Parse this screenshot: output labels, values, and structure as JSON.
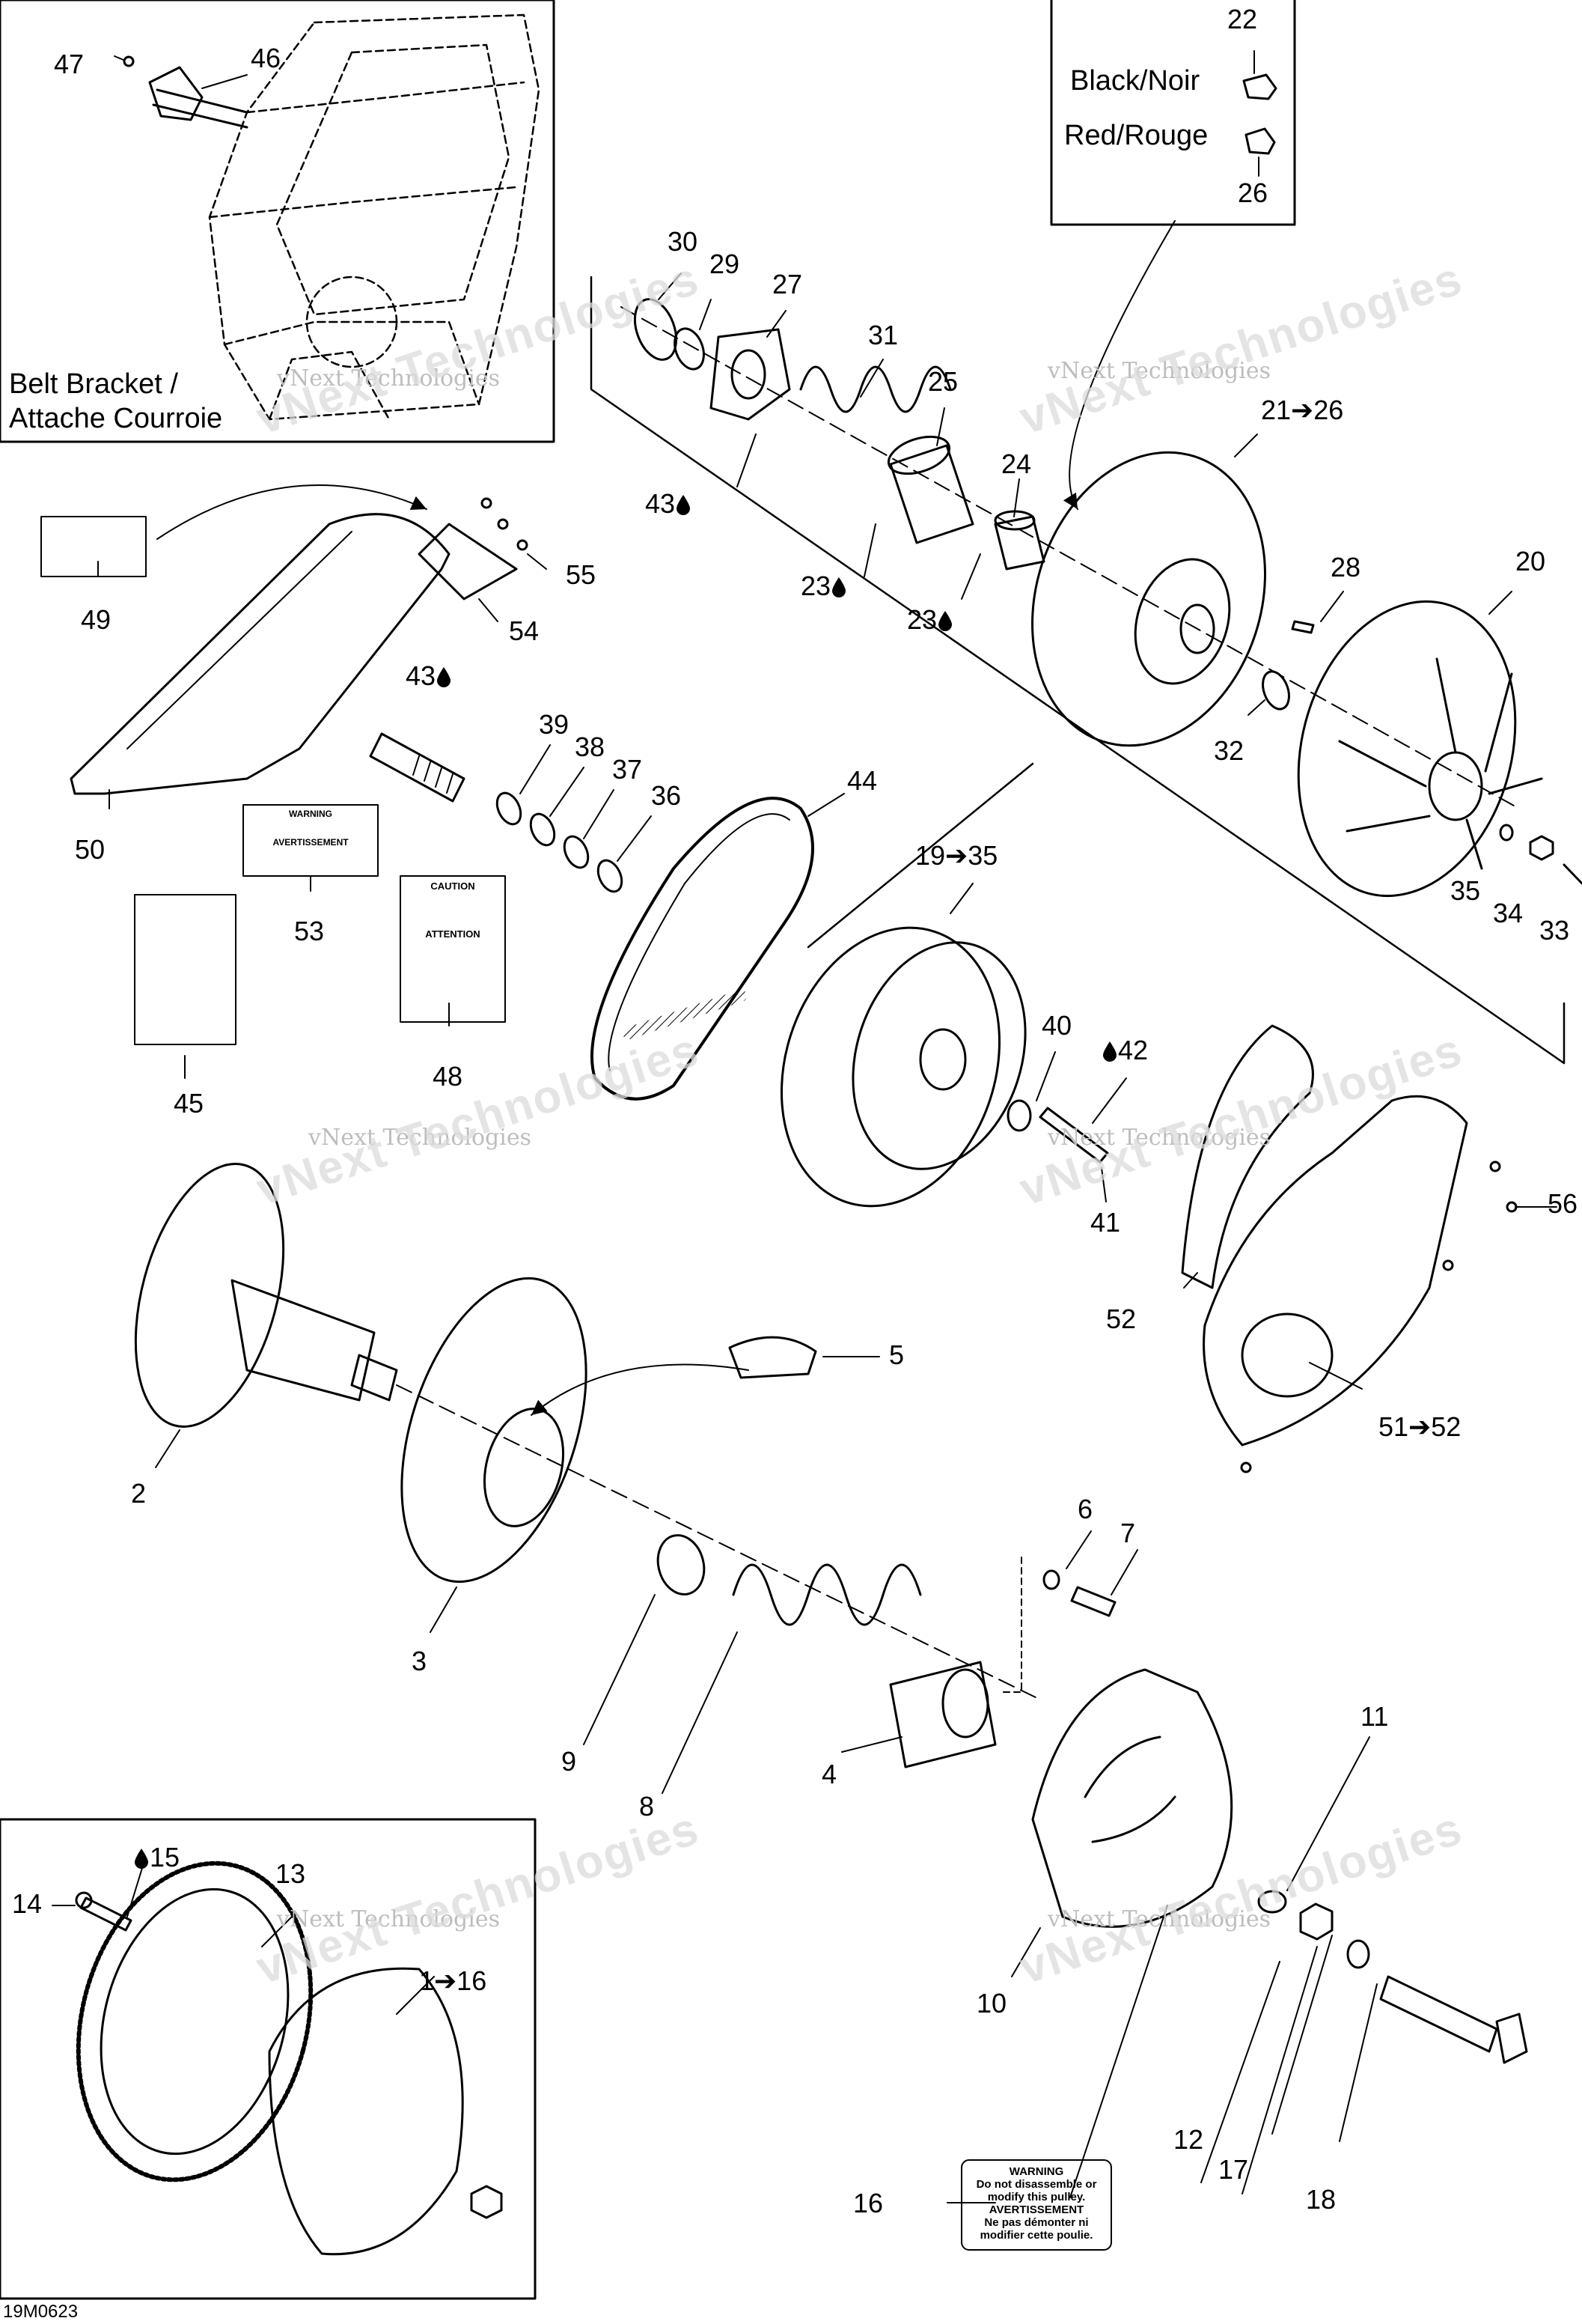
{
  "figure_code": "19M0623",
  "watermark": "vNext Technologies",
  "captions": {
    "belt_bracket_line1": "Belt Bracket /",
    "belt_bracket_line2": "Attache Courroie",
    "black": "Black/Noir",
    "red": "Red/Rouge"
  },
  "callouts": [
    {
      "id": "c47",
      "text": "47"
    },
    {
      "id": "c46",
      "text": "46"
    },
    {
      "id": "c22",
      "text": "22"
    },
    {
      "id": "c26",
      "text": "26"
    },
    {
      "id": "c30",
      "text": "30"
    },
    {
      "id": "c29",
      "text": "29"
    },
    {
      "id": "c27",
      "text": "27"
    },
    {
      "id": "c31",
      "text": "31"
    },
    {
      "id": "c25",
      "text": "25"
    },
    {
      "id": "c21",
      "text": "21➔26"
    },
    {
      "id": "c43a",
      "text": "43",
      "drop": true
    },
    {
      "id": "c24",
      "text": "24"
    },
    {
      "id": "c23a",
      "text": "23",
      "drop": true
    },
    {
      "id": "c23b",
      "text": "23",
      "drop": true
    },
    {
      "id": "c28",
      "text": "28"
    },
    {
      "id": "c20",
      "text": "20"
    },
    {
      "id": "c32",
      "text": "32"
    },
    {
      "id": "c35a",
      "text": "35"
    },
    {
      "id": "c34",
      "text": "34"
    },
    {
      "id": "c33",
      "text": "33"
    },
    {
      "id": "c49",
      "text": "49"
    },
    {
      "id": "c55",
      "text": "55"
    },
    {
      "id": "c54",
      "text": "54"
    },
    {
      "id": "c43b",
      "text": "43",
      "drop": true
    },
    {
      "id": "c39",
      "text": "39"
    },
    {
      "id": "c38",
      "text": "38"
    },
    {
      "id": "c37",
      "text": "37"
    },
    {
      "id": "c36",
      "text": "36"
    },
    {
      "id": "c44",
      "text": "44"
    },
    {
      "id": "c19",
      "text": "19➔35"
    },
    {
      "id": "c50",
      "text": "50"
    },
    {
      "id": "c53",
      "text": "53"
    },
    {
      "id": "c48",
      "text": "48"
    },
    {
      "id": "c45",
      "text": "45"
    },
    {
      "id": "c40",
      "text": "40"
    },
    {
      "id": "c42",
      "text": "42",
      "drop": true,
      "drop_first": true
    },
    {
      "id": "c41",
      "text": "41"
    },
    {
      "id": "c56",
      "text": "56"
    },
    {
      "id": "c52",
      "text": "52"
    },
    {
      "id": "c51",
      "text": "51➔52"
    },
    {
      "id": "c5",
      "text": "5"
    },
    {
      "id": "c2",
      "text": "2"
    },
    {
      "id": "c3",
      "text": "3"
    },
    {
      "id": "c6",
      "text": "6"
    },
    {
      "id": "c7",
      "text": "7"
    },
    {
      "id": "c9",
      "text": "9"
    },
    {
      "id": "c8",
      "text": "8"
    },
    {
      "id": "c11",
      "text": "11"
    },
    {
      "id": "c4",
      "text": "4"
    },
    {
      "id": "c10",
      "text": "10"
    },
    {
      "id": "c15",
      "text": "15",
      "drop": true,
      "drop_first": true
    },
    {
      "id": "c13",
      "text": "13"
    },
    {
      "id": "c14",
      "text": "14"
    },
    {
      "id": "c1",
      "text": "1➔16"
    },
    {
      "id": "c12",
      "text": "12"
    },
    {
      "id": "c17",
      "text": "17"
    },
    {
      "id": "c18",
      "text": "18"
    },
    {
      "id": "c16",
      "text": "16"
    }
  ],
  "labels": {
    "warning_16": {
      "head1": "WARNING",
      "body1": "Do not disassemble or modify this pulley.",
      "head2": "AVERTISSEMENT",
      "body2": "Ne pas démonter ni modifier cette poulie."
    },
    "caution_48": {
      "head1": "CAUTION",
      "head2": "ATTENTION"
    },
    "warning_53": {
      "head1": "WARNING",
      "head2": "AVERTISSEMENT"
    }
  }
}
